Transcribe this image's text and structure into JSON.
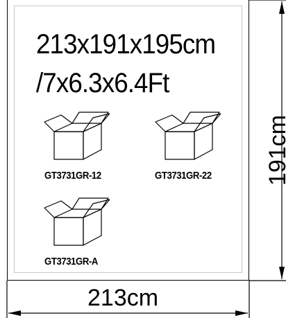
{
  "size_text": {
    "line1": "213x191x195cm",
    "line2": "/7x6.3x6.4Ft"
  },
  "cartons": [
    {
      "label": "GT3731GR-12"
    },
    {
      "label": "GT3731GR-22"
    },
    {
      "label": "GT3731GR-A"
    }
  ],
  "dimensions": {
    "width": "213cm",
    "height": "191cm"
  }
}
